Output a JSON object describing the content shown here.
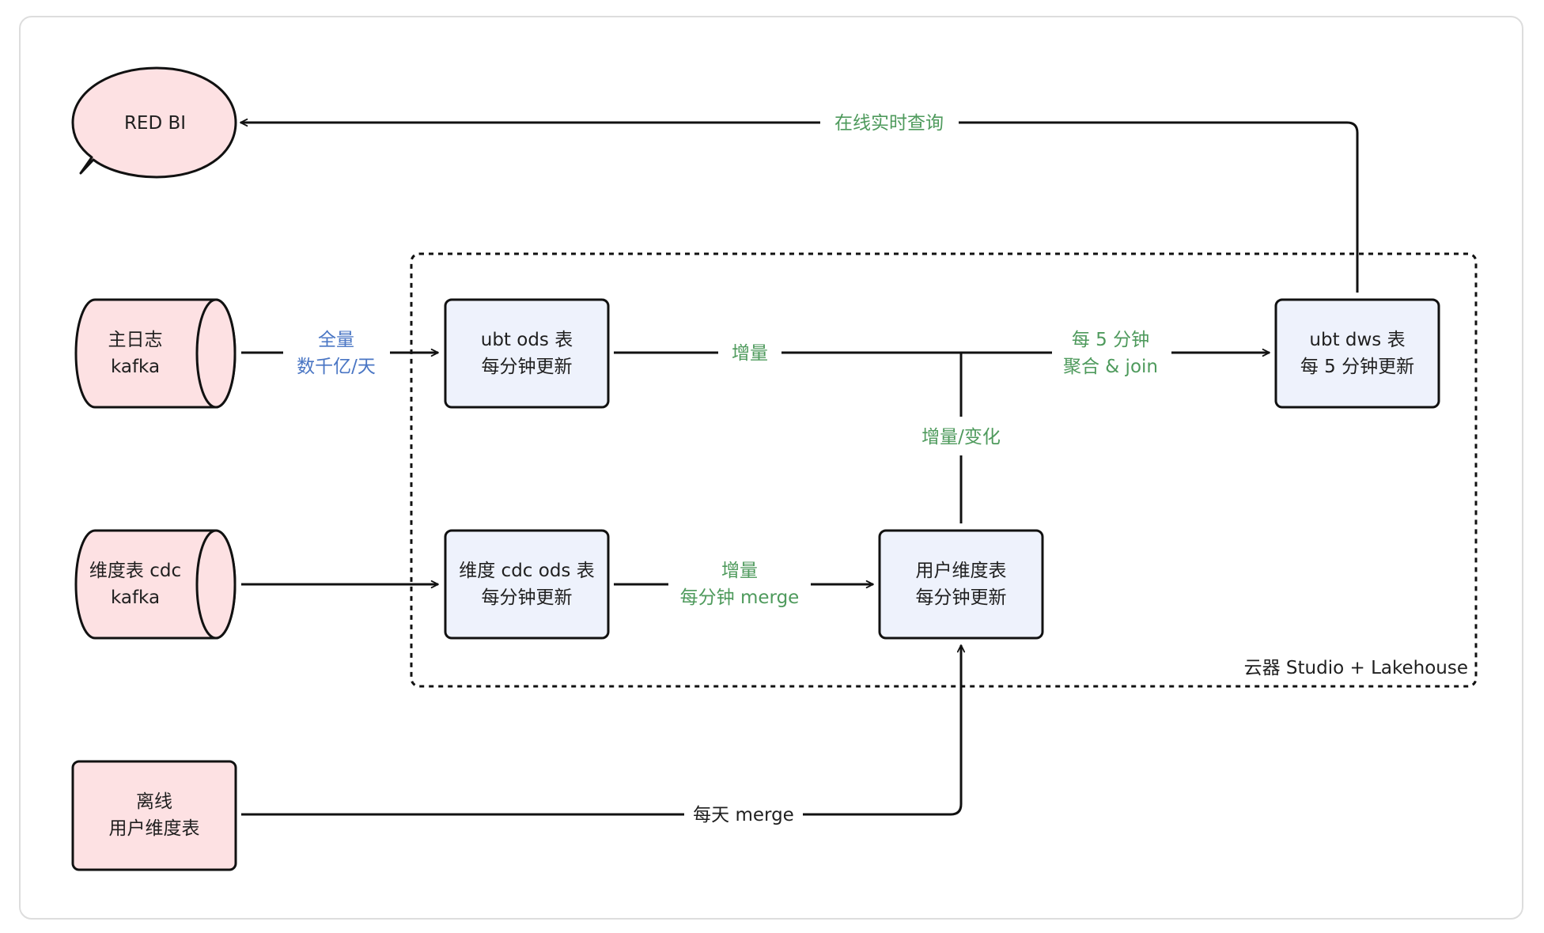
{
  "nodes": {
    "red_bi": {
      "label": "RED BI"
    },
    "main_log_kafka": {
      "line1": "主日志",
      "line2": "kafka"
    },
    "dim_cdc_kafka": {
      "line1": "维度表 cdc",
      "line2": "kafka"
    },
    "offline_user_dim": {
      "line1": "离线",
      "line2": "用户维度表"
    },
    "ubt_ods": {
      "line1": "ubt ods 表",
      "line2": "每分钟更新"
    },
    "dim_cdc_ods": {
      "line1": "维度 cdc ods 表",
      "line2": "每分钟更新"
    },
    "user_dim": {
      "line1": "用户维度表",
      "line2": "每分钟更新"
    },
    "ubt_dws": {
      "line1": "ubt dws 表",
      "line2": "每 5 分钟更新"
    }
  },
  "edges": {
    "online_query": "在线实时查询",
    "full_line1": "全量",
    "full_line2": "数千亿/天",
    "incremental": "增量",
    "every5_line1": "每 5 分钟",
    "every5_line2": "聚合 & join",
    "incr_change": "增量/变化",
    "merge_line1": "增量",
    "merge_line2": "每分钟 merge",
    "daily_merge": "每天 merge"
  },
  "lakehouse": {
    "label": "云器 Studio + Lakehouse"
  },
  "colors": {
    "pink_fill": "#fde1e3",
    "blue_fill": "#eef2fc",
    "green_text": "#4e9a5c",
    "blue_text": "#4a76c4"
  }
}
